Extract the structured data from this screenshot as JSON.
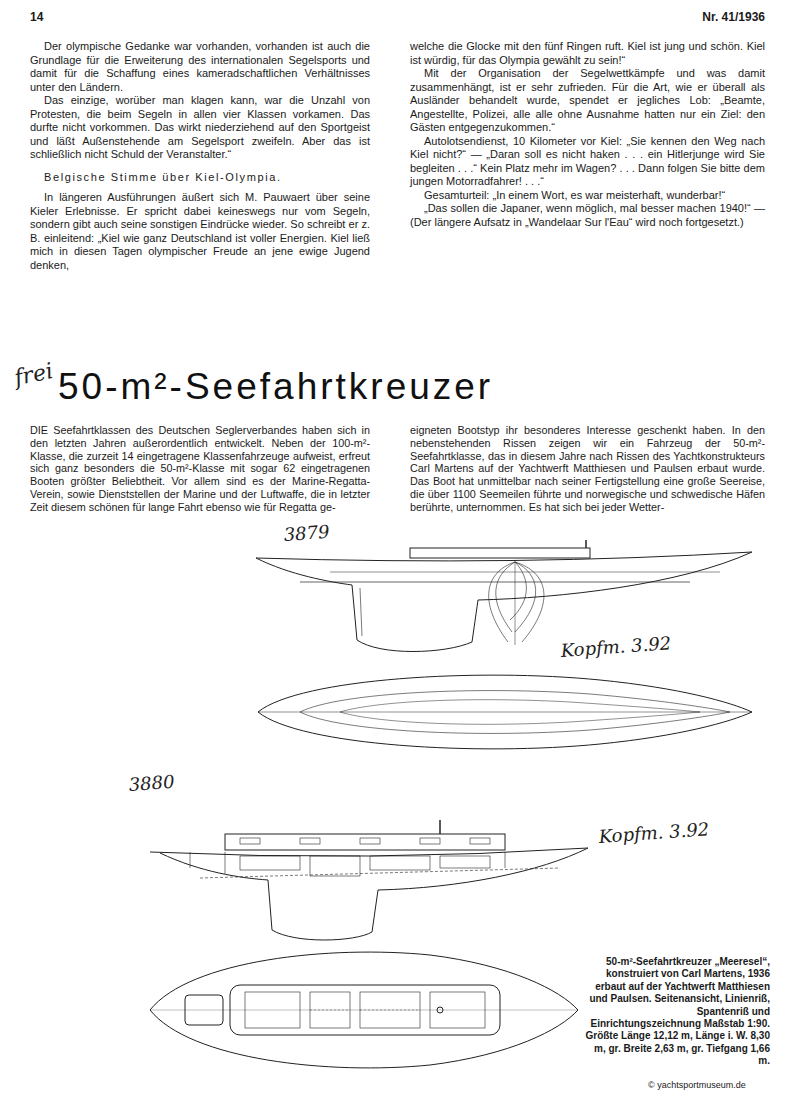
{
  "diagram": {
    "title": "50-m²-Seefahrtkreuzer",
    "caption": "50-m²-Seefahrtkreuzer „Meeresel“, konstruiert von Carl Martens, 1936 erbaut auf der Yachtwerft Matthiesen und Paulsen. Seitenansicht, Linienriß, Spantenriß und Einrichtungszeichnung Maßstab 1:90. Größte Länge 12,12 m, Länge i. W. 8,30 m, gr. Breite 2,63 m, gr. Tiefgang 1,66 m.",
    "labels": [
      "14",
      "Nr. 41/1936",
      "Der olympische Gedanke war vorhanden, vorhanden ist auch die Grundlage für die Erweiterung des internationalen Segelsports und damit für die Schaffung eines kameradschaftlichen Verhältnisses unter den Ländern.",
      "Das einzige, worüber man klagen kann, war die Unzahl von Protesten, die beim Segeln in allen vier Klassen vorkamen. Das durfte nicht vorkommen. Das wirkt niederziehend auf den Sportgeist und läßt Außenstehende am Segelsport zweifeln. Aber das ist schließlich nicht Schuld der Veranstalter.“",
      "Belgische Stimme über Kiel-Olympia.",
      "In längeren Ausführungen äußert sich M. Pauwaert über seine Kieler Erlebnisse. Er spricht dabei keineswegs nur vom Segeln, sondern gibt auch seine sonstigen Eindrücke wieder. So schreibt er z. B. einleitend: „Kiel wie ganz Deutschland ist voller Energien. Kiel ließ mich in diesen Tagen olympischer Freude an jene ewige Jugend denken,",
      "welche die Glocke mit den fünf Ringen ruft. Kiel ist jung und schön. Kiel ist würdig, für das Olympia gewählt zu sein!“",
      "Mit der Organisation der Segelwettkämpfe und was damit zusammenhängt, ist er sehr zufrieden. Für die Art, wie er überall als Ausländer behandelt wurde, spendet er jegliches Lob: „Beamte, Angestellte, Polizei, alle alle ohne Ausnahme hatten nur ein Ziel: den Gästen entgegenzukommen.“",
      "Autolotsendienst, 10 Kilometer vor Kiel: „Sie kennen den Weg nach Kiel nicht?“ — „Daran soll es nicht haken . . . ein Hitlerjunge wird Sie begleiten . . .“ Kein Platz mehr im Wagen? . . . Dann folgen Sie bitte dem jungen Motorradfahrer! . . .“",
      "Gesamturteil: „In einem Wort, es war meisterhaft, wunderbar!“",
      "„Das sollen die Japaner, wenn möglich, mal besser machen 1940!“ — (Der längere Aufsatz in „Wandelaar Sur l'Eau“ wird noch fortgesetzt.)",
      "frei",
      "DIE Seefahrtklassen des Deutschen Seglerverbandes haben sich in den letzten Jahren außerordentlich entwickelt. Neben der 100-m²-Klasse, die zurzeit 14 eingetragene Klassenfahrzeuge aufweist, erfreut sich ganz besonders die 50-m²-Klasse mit sogar 62 eingetragenen Booten größter Beliebtheit. Vor allem sind es der Marine-Regatta-Verein, sowie Dienststellen der Marine und der Luftwaffe, die in letzter Zeit diesem schönen für lange Fahrt ebenso wie für Regatta ge-",
      "eigneten Bootstyp ihr besonderes Interesse geschenkt haben. In den nebenstehenden Rissen zeigen wir ein Fahrzeug der 50-m²-Seefahrtklasse, das in diesem Jahre nach Rissen des Yachtkonstrukteurs Carl Martens auf der Yachtwerft Matthiesen und Paulsen erbaut wurde. Das Boot hat unmittelbar nach seiner Fertigstellung eine große Seereise, die über 1100 Seemeilen führte und norwegische und schwedische Häfen berührte, unternommen. Es hat sich bei jeder Wetter-",
      "3879",
      "Kopfm. 3.92",
      "3880",
      "Kopfm. 3.92",
      "© yachtsportmuseum.de"
    ]
  }
}
